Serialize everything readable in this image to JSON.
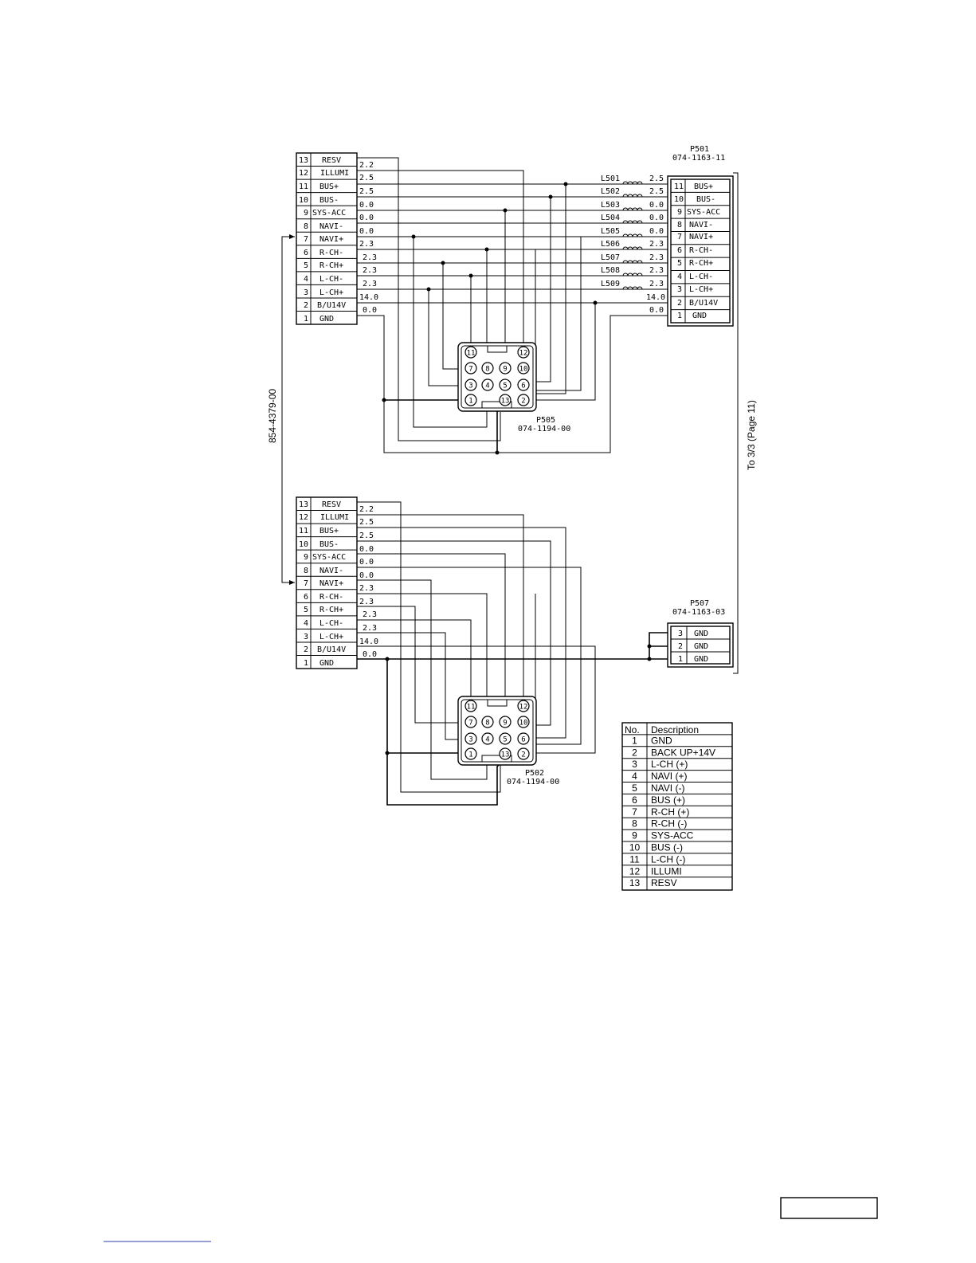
{
  "connector_pins": [
    "13",
    "12",
    "11",
    "10",
    "9",
    "8",
    "7",
    "6",
    "5",
    "4",
    "3",
    "2",
    "1"
  ],
  "connector_signals": [
    "RESV",
    "ILLUMI",
    "BUS+",
    "BUS-",
    "SYS-ACC",
    "NAVI-",
    "NAVI+",
    "R-CH-",
    "R-CH+",
    "L-CH-",
    "L-CH+",
    "B/U14V",
    "GND"
  ],
  "cable_upper": {
    "voltages": [
      "2.2",
      "2.5",
      "2.5",
      "0.0",
      "0.0",
      "0.0",
      "2.3",
      "2.3",
      "2.3",
      "2.3",
      "14.0",
      "0.0"
    ]
  },
  "cable_lower": {
    "voltages": [
      "2.2",
      "2.5",
      "2.5",
      "0.0",
      "0.0",
      "0.0",
      "2.3",
      "2.3",
      "2.3",
      "2.3",
      "14.0",
      "0.0"
    ]
  },
  "harness_label": "854-4379-00",
  "p501": {
    "name": "P501",
    "part": "074-1163-11",
    "pins": [
      "11",
      "10",
      "9",
      "8",
      "7",
      "6",
      "5",
      "4",
      "3",
      "2",
      "1"
    ],
    "signals": [
      "BUS+",
      "BUS-",
      "SYS-ACC",
      "NAVI-",
      "NAVI+",
      "R-CH-",
      "R-CH+",
      "L-CH-",
      "L-CH+",
      "B/U14V",
      "GND"
    ],
    "inductors": [
      "L501",
      "L502",
      "L503",
      "L504",
      "L505",
      "L506",
      "L507",
      "L508",
      "L509"
    ],
    "voltages": [
      "2.5",
      "2.5",
      "0.0",
      "0.0",
      "0.0",
      "2.3",
      "2.3",
      "2.3",
      "2.3",
      "14.0",
      "0.0"
    ]
  },
  "p505": {
    "name": "P505",
    "part": "074-1194-00"
  },
  "p502": {
    "name": "P502",
    "part": "074-1194-00"
  },
  "plug_pins": [
    "11",
    "12",
    "7",
    "8",
    "9",
    "10",
    "3",
    "4",
    "5",
    "6",
    "1",
    "13",
    "2"
  ],
  "p507": {
    "name": "P507",
    "part": "074-1163-03",
    "pins": [
      "3",
      "2",
      "1"
    ],
    "signals": [
      "GND",
      "GND",
      "GND"
    ]
  },
  "to_page_label": "To 3/3 (Page 11)",
  "legend": {
    "headers": [
      "No.",
      "Description"
    ],
    "rows": [
      [
        "1",
        "GND"
      ],
      [
        "2",
        "BACK UP+14V"
      ],
      [
        "3",
        "L-CH (+)"
      ],
      [
        "4",
        "NAVI (+)"
      ],
      [
        "5",
        "NAVI (-)"
      ],
      [
        "6",
        "BUS (+)"
      ],
      [
        "7",
        "R-CH (+)"
      ],
      [
        "8",
        "R-CH (-)"
      ],
      [
        "9",
        "SYS-ACC"
      ],
      [
        "10",
        "BUS (-)"
      ],
      [
        "11",
        "L-CH (-)"
      ],
      [
        "12",
        "ILLUMI"
      ],
      [
        "13",
        "RESV"
      ]
    ]
  }
}
